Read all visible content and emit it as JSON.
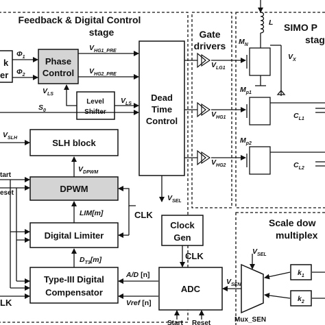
{
  "stages": {
    "feedback_title_line1": "Feedback & Digital Control",
    "feedback_title_line2": "stage",
    "gate_drivers_line1": "Gate",
    "gate_drivers_line2": "drivers",
    "simo_line1": "SIMO P",
    "simo_line2": "stag",
    "scale_line1": "Scale dow",
    "scale_line2": "multiplex"
  },
  "blocks": {
    "clk_gen_left_1": "k",
    "clk_gen_left_2": "er",
    "phase_control_1": "Phase",
    "phase_control_2": "Control",
    "level_shifter_1": "Level",
    "level_shifter_2": "Shifter",
    "dead_time_1": "Dead",
    "dead_time_2": "Time",
    "dead_time_3": "Control",
    "slh": "SLH block",
    "dpwm": "DPWM",
    "digital_limiter": "Digital Limiter",
    "compensator_1": "Type-III Digital",
    "compensator_2": "Compensator",
    "clock_gen_1": "Clock",
    "clock_gen_2": "Gen",
    "adc": "ADC",
    "mux": "Mux_SEN",
    "k1": "k",
    "k1_sub": "1",
    "k2": "k",
    "k2_sub": "2"
  },
  "signals": {
    "phi1": "Φ",
    "phi1_sub": "1",
    "phi2": "Φ",
    "phi2_sub": "2",
    "vhg1_pre": "V",
    "vhg1_pre_sub": "HG1_PRE",
    "vhg2_pre": "V",
    "vhg2_pre_sub": "HG2_PRE",
    "vls_a": "V",
    "vls_a_sub": "LS",
    "vls_b": "V",
    "vls_b_sub": "LS",
    "s0": "S",
    "s0_sub": "0",
    "vslh": "V",
    "vslh_sub": "SLH",
    "vdpwm": "V",
    "vdpwm_sub": "DPWM",
    "start_left": "tart",
    "reset_left": "eset",
    "lim": "LIM[m]",
    "clk_mid": "CLK",
    "dt3": "D",
    "dt3_sub": "T3",
    "dt3_tail": "[m]",
    "clk_left": "LK",
    "vlg1": "V",
    "vlg1_sub": "LG1",
    "vhg1": "V",
    "vhg1_sub": "HG1",
    "vhg2": "V",
    "vhg2_sub": "HG2",
    "vsel": "V",
    "vsel_sub": "SEL",
    "vsel2": "V",
    "vsel2_sub": "SEL",
    "clk_adc": "CLK",
    "ad": "A/D",
    "ad_n": "[n]",
    "vref": "Vref",
    "vref_n": "[n]",
    "vsen": "V",
    "vsen_sub": "SEN",
    "start_bottom": "Start",
    "reset_bottom": "Reset",
    "L": "L",
    "mn": "M",
    "mn_sub": "N",
    "vx": "V",
    "vx_sub": "X",
    "mp1": "M",
    "mp1_sub": "p1",
    "mp2": "M",
    "mp2_sub": "p2",
    "cl1": "C",
    "cl1_sub": "L1",
    "cl2": "C",
    "cl2_sub": "L2"
  }
}
